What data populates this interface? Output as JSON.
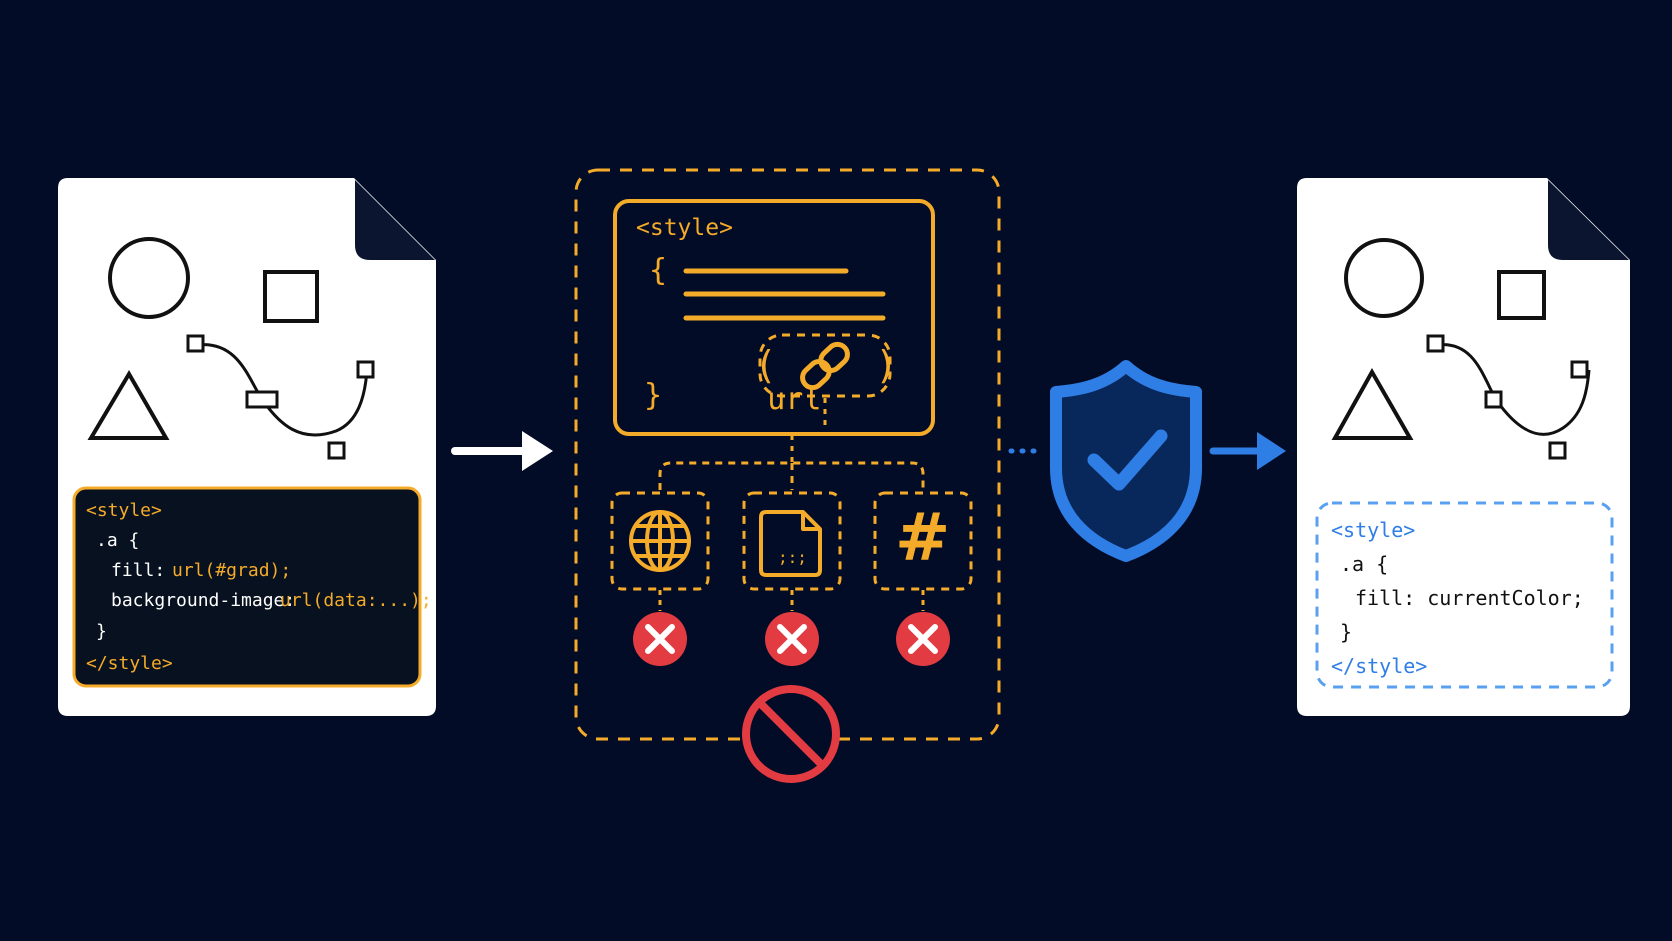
{
  "left_document": {
    "code": {
      "line_1": "<style>",
      "line_2": ".a {",
      "line_3_property": "fill:",
      "line_3_value": "url(#grad);",
      "line_4_property": "background-image:",
      "line_4_value": "url(data:...);",
      "line_5": "}",
      "line_6": "</style>"
    }
  },
  "filter_box": {
    "code": {
      "style_tag": "<style>",
      "open_brace": "{",
      "url_label": "url",
      "open_paren": "(",
      "close_paren": ")",
      "close_brace": "}"
    },
    "blocked_targets": [
      {
        "icon": "globe-icon"
      },
      {
        "icon": "data-document-icon",
        "text": ";:;"
      },
      {
        "icon": "hash-icon",
        "text": "#"
      }
    ]
  },
  "right_document": {
    "code": {
      "line_1": "<style>",
      "line_2": ".a {",
      "line_3": "fill: currentColor;",
      "line_4": "}",
      "line_5": "</style>"
    }
  },
  "colors": {
    "background": "#030c26",
    "document_fill": "#ffffff",
    "code_panel_fill": "#07111f",
    "warning_orange": "#f5ab2a",
    "blocked_red": "#e23b42",
    "shield_blue": "#2f7ee6",
    "shield_fill": "#08285c",
    "safe_blue_code": "#2f7ee6"
  },
  "icons": [
    "document-icon",
    "circle-shape-icon",
    "square-shape-icon",
    "triangle-shape-icon",
    "bezier-curve-icon",
    "right-arrow-icon",
    "link-icon",
    "globe-icon",
    "data-document-icon",
    "hash-icon",
    "blocked-x-icon",
    "prohibited-icon",
    "security-shield-icon",
    "check-icon"
  ]
}
